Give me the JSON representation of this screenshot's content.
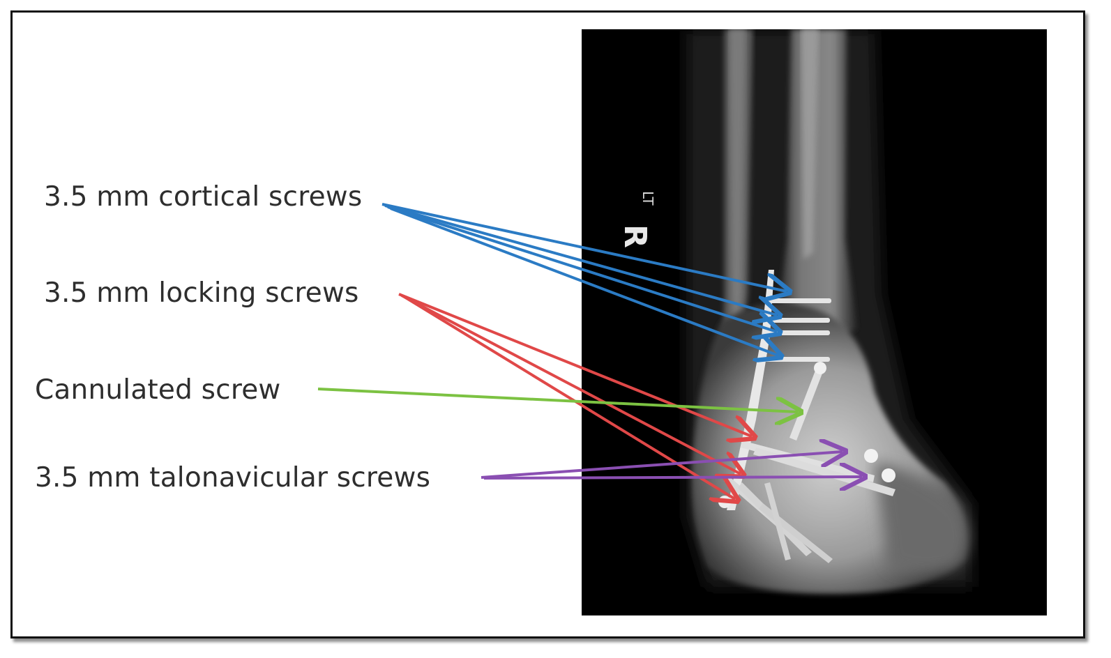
{
  "figure": {
    "labels": {
      "cortical": "3.5 mm cortical screws",
      "locking": "3.5 mm locking screws",
      "cannulated": "Cannulated screw",
      "talonavicular": "3.5 mm talonavicular screws"
    },
    "xray_marker": "R",
    "xray_marker_small": "LT",
    "colors": {
      "cortical": "#2b7bc4",
      "locking": "#e04848",
      "cannulated": "#7cc242",
      "talonavicular": "#8a4fb2"
    }
  }
}
